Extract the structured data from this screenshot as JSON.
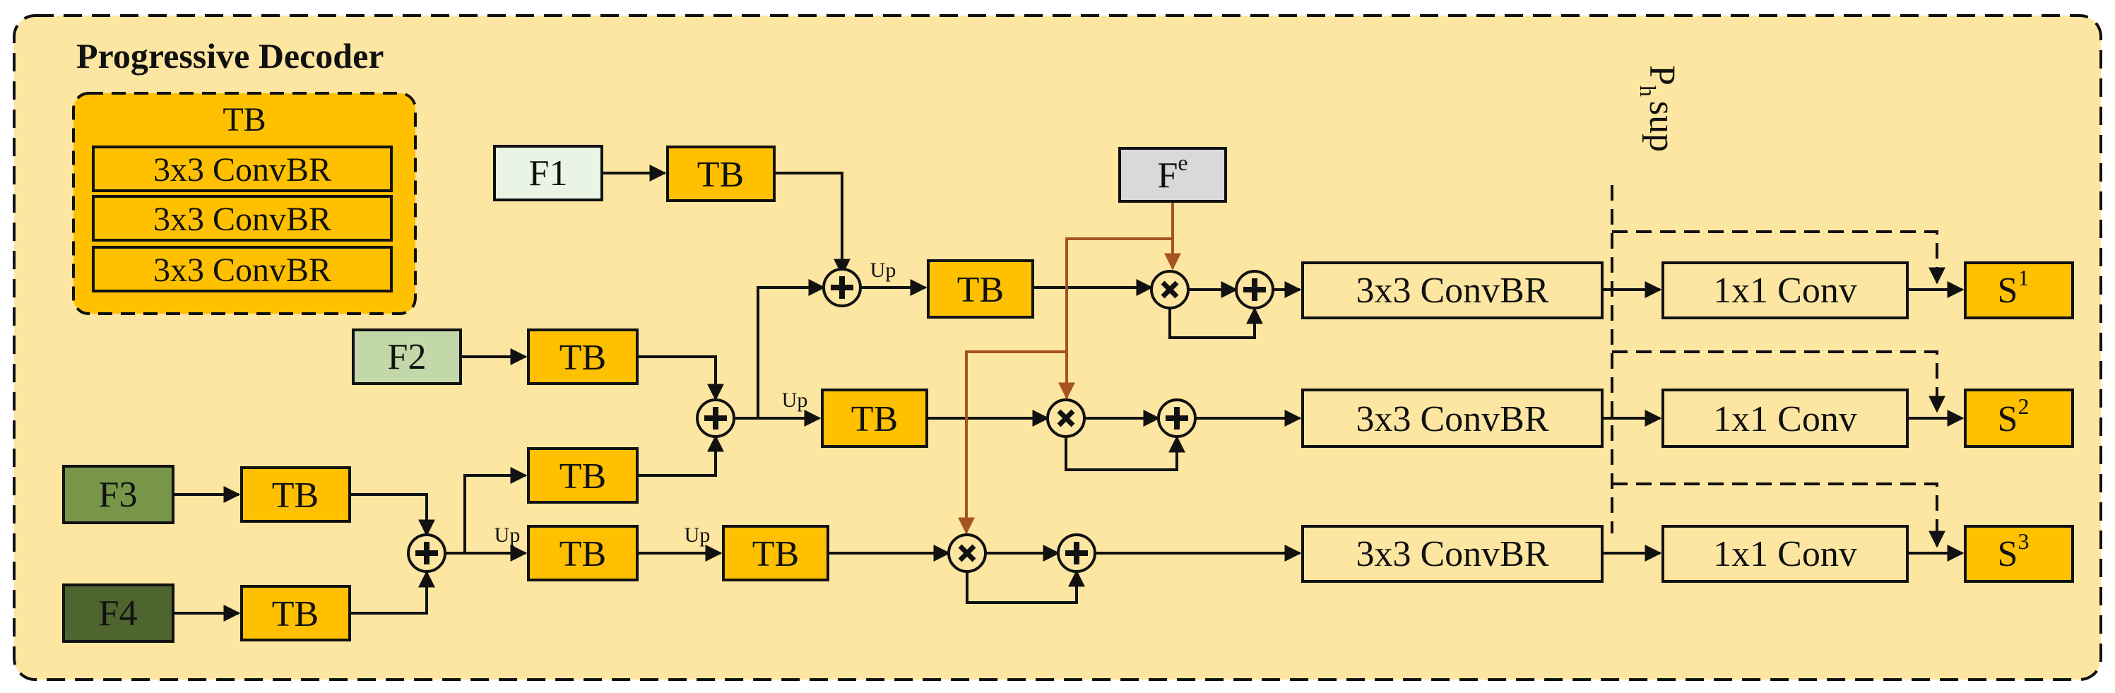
{
  "title": "Progressive Decoder",
  "legend": {
    "title": "TB",
    "rows": [
      "3x3 ConvBR",
      "3x3 ConvBR",
      "3x3 ConvBR"
    ]
  },
  "inputs": {
    "f1": "F1",
    "f2": "F2",
    "f3": "F3",
    "f4": "F4",
    "fe_base": "F",
    "fe_sup": "e"
  },
  "blocks": {
    "tb": "TB",
    "up": "Up",
    "conv3": "3x3 ConvBR",
    "conv1": "1x1 Conv"
  },
  "outputs": {
    "s_base": "S",
    "s1_sup": "1",
    "s2_sup": "2",
    "s3_sup": "3"
  },
  "supervision": {
    "base": "P",
    "sub": "h",
    "tail": "sup"
  },
  "colors": {
    "background": "#FCE6A1",
    "tb_fill": "#FFC000",
    "f1": "#EAF4E4",
    "f2": "#C3D8A8",
    "f3": "#78964A",
    "f4": "#4E6530",
    "fe": "#D9D9D9",
    "fe_line": "#A5531F"
  }
}
